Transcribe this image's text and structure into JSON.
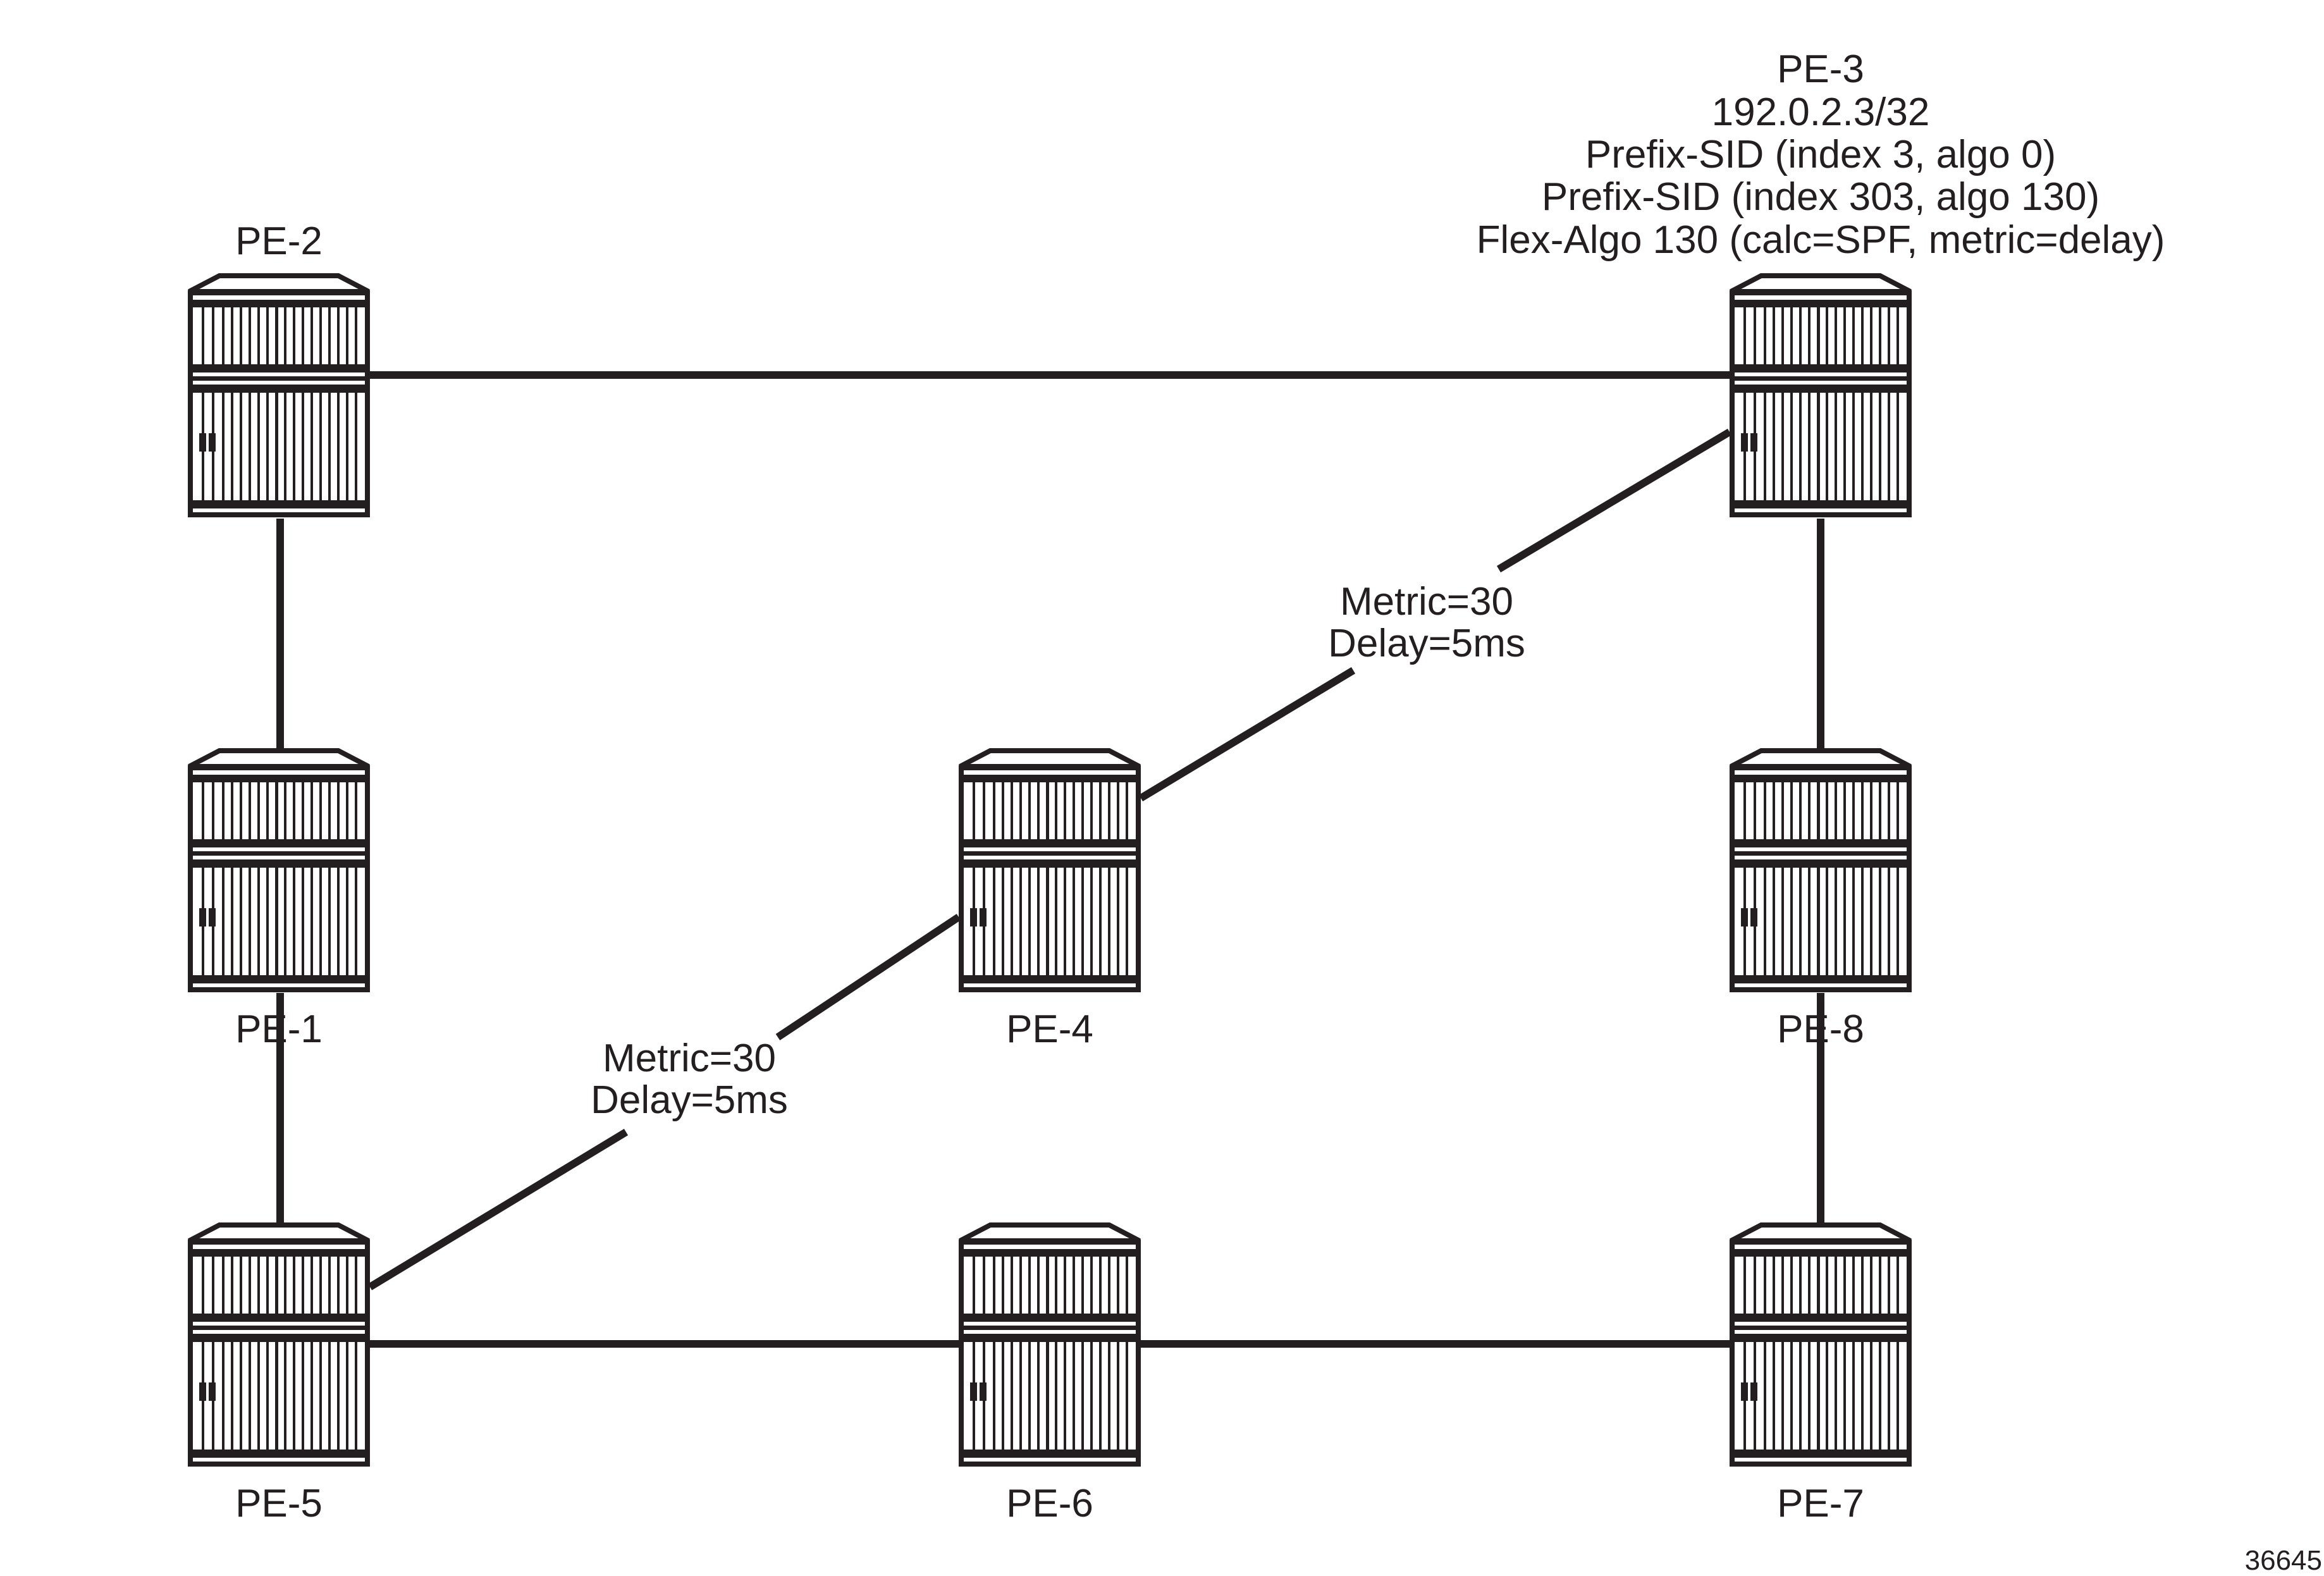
{
  "diagram": {
    "type": "network-topology",
    "figure_number": "36645",
    "colors": {
      "ink": "#231f20",
      "background": "#ffffff"
    },
    "nodes": [
      {
        "id": "PE-2",
        "label": "PE-2",
        "icon": "router-icon",
        "label_position": "above"
      },
      {
        "id": "PE-3",
        "label": "PE-3",
        "icon": "router-icon",
        "label_position": "above",
        "details": [
          "192.0.2.3/32",
          "Prefix-SID (index 3, algo 0)",
          "Prefix-SID (index 303, algo 130)",
          "Flex-Algo 130 (calc=SPF, metric=delay)"
        ]
      },
      {
        "id": "PE-1",
        "label": "PE-1",
        "icon": "router-icon",
        "label_position": "below"
      },
      {
        "id": "PE-4",
        "label": "PE-4",
        "icon": "router-icon",
        "label_position": "below"
      },
      {
        "id": "PE-8",
        "label": "PE-8",
        "icon": "router-icon",
        "label_position": "below"
      },
      {
        "id": "PE-5",
        "label": "PE-5",
        "icon": "router-icon",
        "label_position": "below"
      },
      {
        "id": "PE-6",
        "label": "PE-6",
        "icon": "router-icon",
        "label_position": "below"
      },
      {
        "id": "PE-7",
        "label": "PE-7",
        "icon": "router-icon",
        "label_position": "below"
      }
    ],
    "links": [
      {
        "from": "PE-2",
        "to": "PE-3"
      },
      {
        "from": "PE-2",
        "to": "PE-1"
      },
      {
        "from": "PE-1",
        "to": "PE-5"
      },
      {
        "from": "PE-5",
        "to": "PE-6"
      },
      {
        "from": "PE-6",
        "to": "PE-7"
      },
      {
        "from": "PE-7",
        "to": "PE-8"
      },
      {
        "from": "PE-8",
        "to": "PE-3"
      },
      {
        "from": "PE-5",
        "to": "PE-4",
        "label": [
          "Metric=30",
          "Delay=5ms"
        ]
      },
      {
        "from": "PE-4",
        "to": "PE-3",
        "label": [
          "Metric=30",
          "Delay=5ms"
        ]
      }
    ]
  }
}
